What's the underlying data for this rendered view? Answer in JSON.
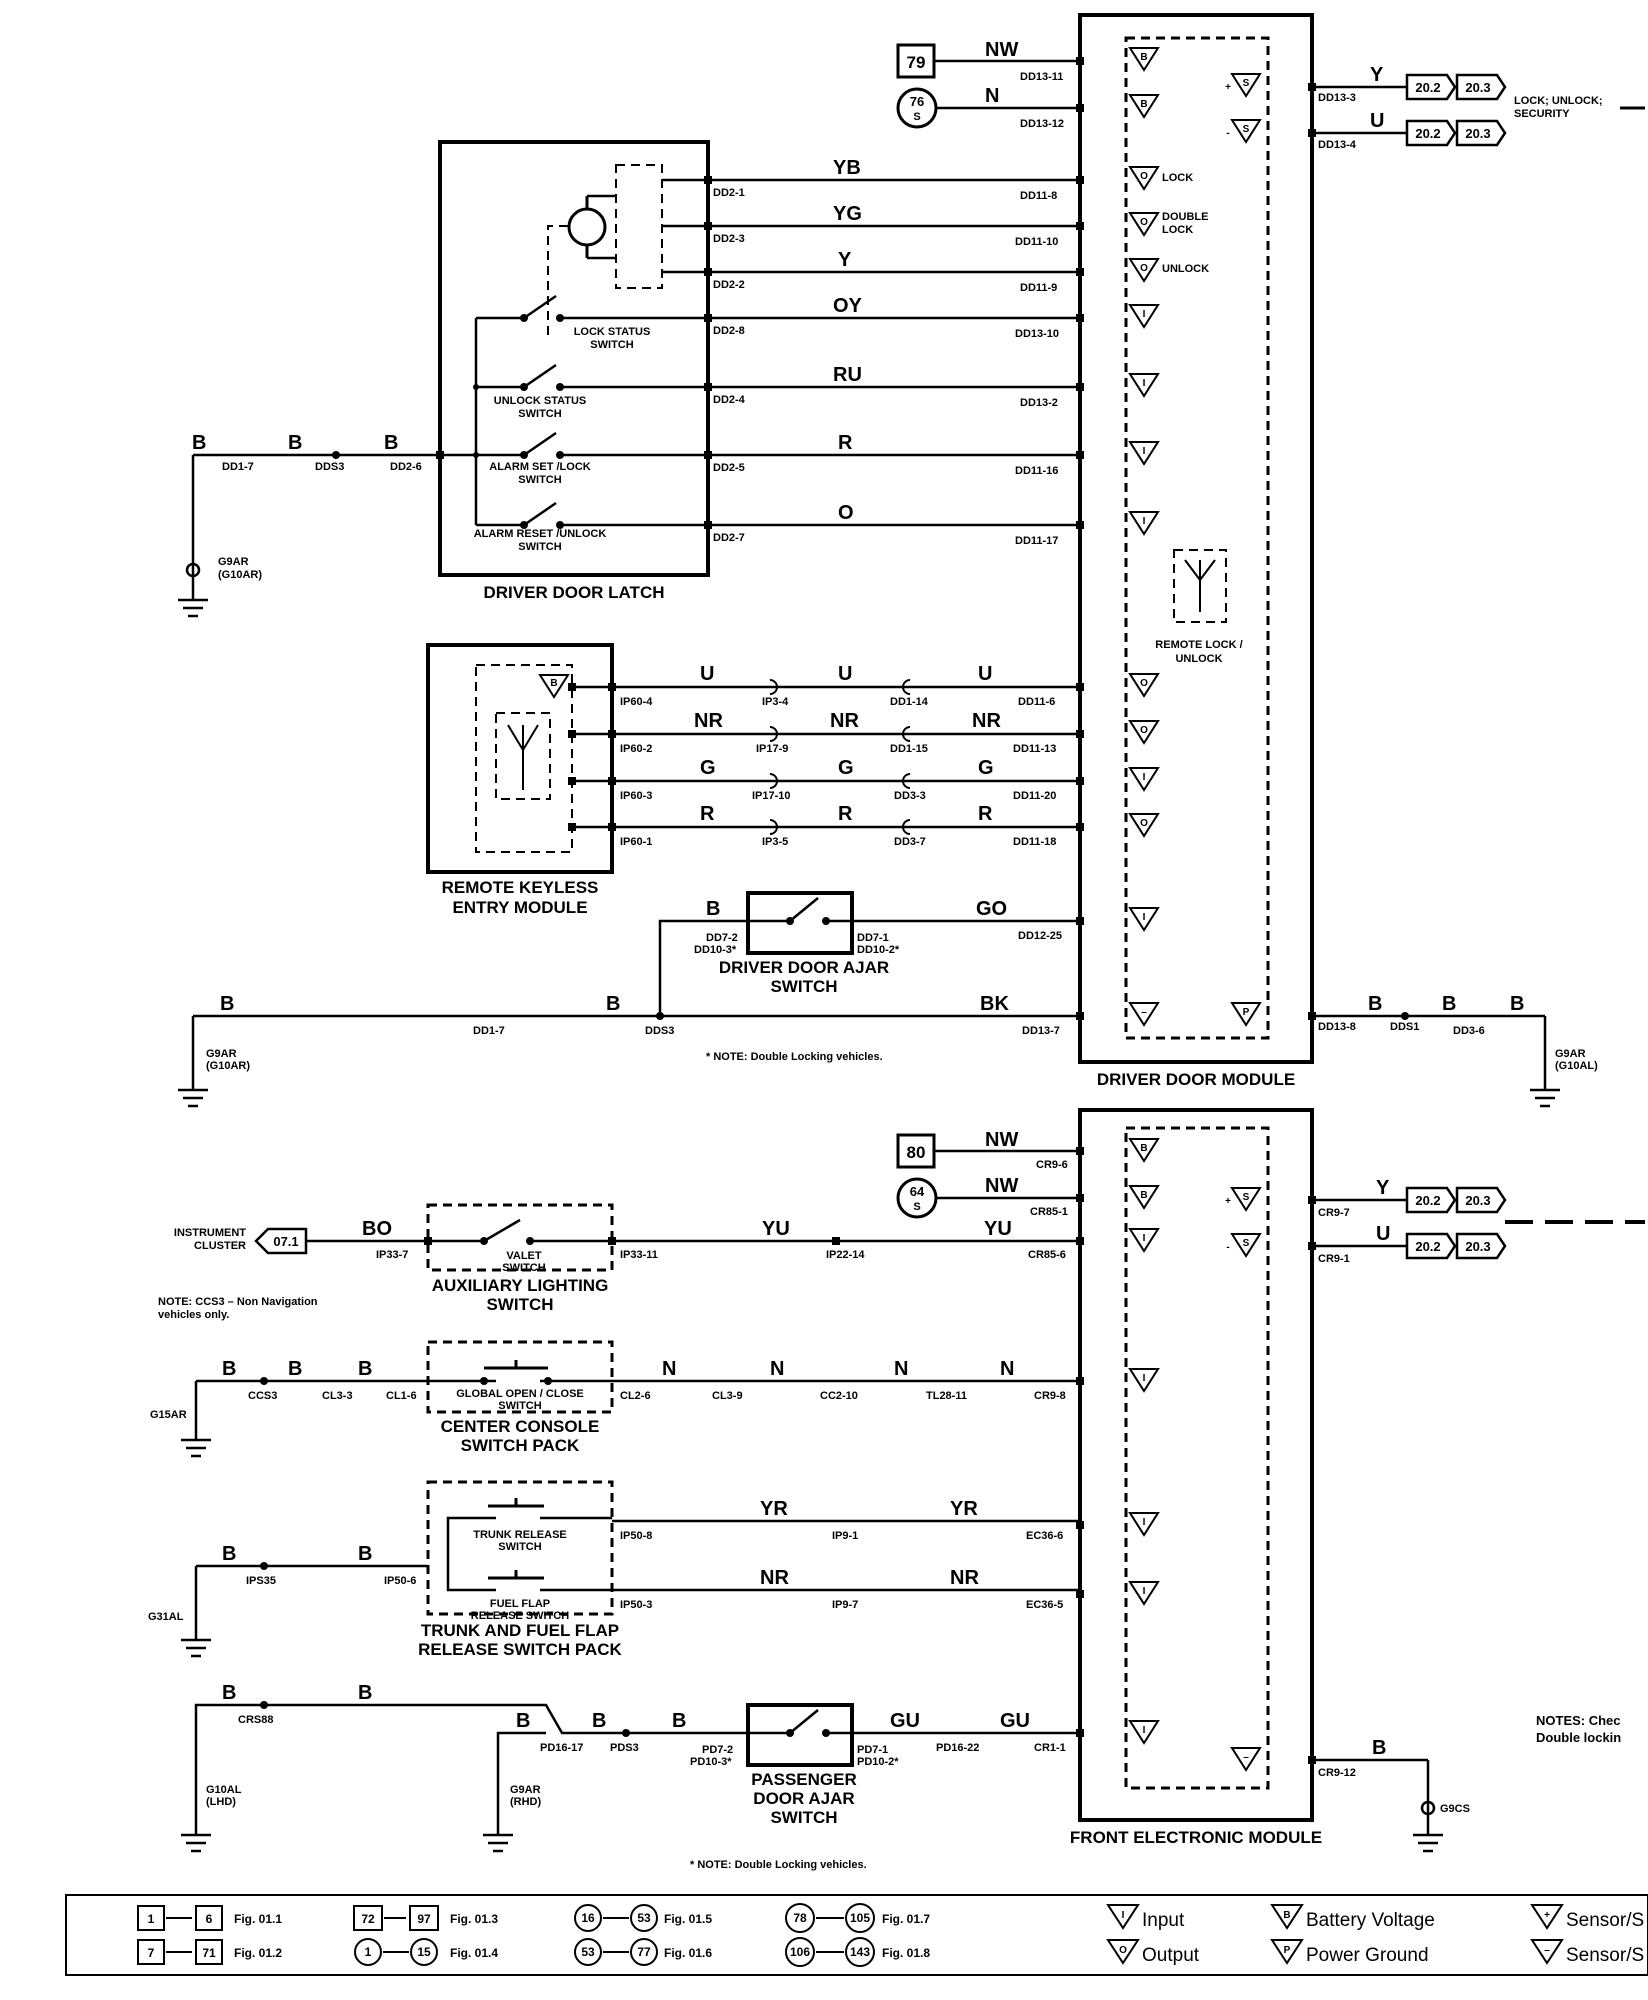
{
  "driver_door_module": {
    "title": "DRIVER DOOR MODULE",
    "refs": {
      "r79": "79",
      "r76": "76",
      "r76s": "S"
    },
    "wires": {
      "nw": "NW",
      "n": "N",
      "yb": "YB",
      "yg": "YG",
      "y": "Y",
      "oy": "OY",
      "ru": "RU",
      "r": "R",
      "o": "O",
      "u": "U",
      "nr": "NR",
      "g": "G",
      "go": "GO",
      "bk": "BK",
      "b": "B",
      "y_out": "Y",
      "u_out": "U"
    },
    "connectors": {
      "dd13_11": "DD13-11",
      "dd13_12": "DD13-12",
      "dd11_8": "DD11-8",
      "dd11_10": "DD11-10",
      "dd11_9": "DD11-9",
      "dd13_10": "DD13-10",
      "dd13_2": "DD13-2",
      "dd11_16": "DD11-16",
      "dd11_17": "DD11-17",
      "dd11_6": "DD11-6",
      "dd11_13": "DD11-13",
      "dd11_20": "DD11-20",
      "dd11_18": "DD11-18",
      "dd12_25": "DD12-25",
      "dd13_7": "DD13-7",
      "dd13_3": "DD13-3",
      "dd13_4": "DD13-4",
      "dd13_8": "DD13-8",
      "dds1": "DDS1",
      "dd3_6": "DD3-6"
    },
    "inner": {
      "lock": "LOCK",
      "double_lock_1": "DOUBLE",
      "double_lock_2": "LOCK",
      "unlock": "UNLOCK",
      "remote_1": "REMOTE LOCK /",
      "remote_2": "UNLOCK"
    },
    "outputs": {
      "ref1": "20.2",
      "ref2": "20.3",
      "desc_1": "LOCK; UNLOCK;",
      "desc_2": "SECURITY"
    },
    "ground": {
      "g1": "G9AR",
      "g2": "(G10AL)"
    }
  },
  "driver_door_latch": {
    "title": "DRIVER DOOR LATCH",
    "switches": {
      "lock_status_1": "LOCK STATUS",
      "lock_status_2": "SWITCH",
      "unlock_status_1": "UNLOCK STATUS",
      "unlock_status_2": "SWITCH",
      "alarm_set_1": "ALARM SET /LOCK",
      "alarm_set_2": "SWITCH",
      "alarm_reset_1": "ALARM RESET /UNLOCK",
      "alarm_reset_2": "SWITCH"
    },
    "pins": {
      "dd2_1": "DD2-1",
      "dd2_3": "DD2-3",
      "dd2_2": "DD2-2",
      "dd2_8": "DD2-8",
      "dd2_4": "DD2-4",
      "dd2_5": "DD2-5",
      "dd2_7": "DD2-7",
      "dd2_6": "DD2-6"
    },
    "ground_feed": {
      "b": "B",
      "dd1_7": "DD1-7",
      "dds3": "DDS3",
      "g1": "G9AR",
      "g2": "(G10AR)"
    }
  },
  "remote_keyless": {
    "title_1": "REMOTE KEYLESS",
    "title_2": "ENTRY MODULE",
    "ip60": [
      "IP60-4",
      "IP60-2",
      "IP60-3",
      "IP60-1"
    ],
    "mid1": [
      "IP3-4",
      "IP17-9",
      "IP17-10",
      "IP3-5"
    ],
    "mid2": [
      "DD1-14",
      "DD1-15",
      "DD3-3",
      "DD3-7"
    ]
  },
  "driver_ajar": {
    "title_1": "DRIVER DOOR AJAR",
    "title_2": "SWITCH",
    "left_1": "DD7-2",
    "left_2": "DD10-3*",
    "right_1": "DD7-1",
    "right_2": "DD10-2*",
    "note": "* NOTE: Double Locking vehicles.",
    "ground": {
      "dd1_7": "DD1-7",
      "dds3": "DDS3",
      "g1": "G9AR",
      "g2": "(G10AR)"
    }
  },
  "front_electronic_module": {
    "title": "FRONT ELECTRONIC MODULE",
    "refs": {
      "r80": "80",
      "r64": "64",
      "r64s": "S"
    },
    "connectors": {
      "cr9_6": "CR9-6",
      "cr85_1": "CR85-1",
      "cr85_6": "CR85-6",
      "cr9_8": "CR9-8",
      "ec36_6": "EC36-6",
      "ec36_5": "EC36-5",
      "cr1_1": "CR1-1",
      "cr9_7": "CR9-7",
      "cr9_1": "CR9-1",
      "cr9_12": "CR9-12",
      "g9cs": "G9CS"
    },
    "wires": {
      "nw": "NW",
      "yu": "YU",
      "n": "N",
      "yr": "YR",
      "nr": "NR",
      "gu": "GU",
      "y": "Y",
      "u": "U",
      "b": "B"
    }
  },
  "aux_lighting": {
    "title_1": "AUXILIARY LIGHTING",
    "title_2": "SWITCH",
    "valet_1": "VALET",
    "valet_2": "SWITCH",
    "instrument_1": "INSTRUMENT",
    "instrument_2": "CLUSTER",
    "ref": "07.1",
    "bo": "BO",
    "ip33_7": "IP33-7",
    "ip33_11": "IP33-11",
    "ip22_14": "IP22-14",
    "note_1": "NOTE: CCS3 – Non Navigation",
    "note_2": "vehicles only."
  },
  "center_console": {
    "title_1": "CENTER CONSOLE",
    "title_2": "SWITCH PACK",
    "sw_1": "GLOBAL OPEN / CLOSE",
    "sw_2": "SWITCH",
    "ccs3": "CCS3",
    "cl3_3": "CL3-3",
    "cl1_6": "CL1-6",
    "cl2_6": "CL2-6",
    "cl3_9": "CL3-9",
    "cc2_10": "CC2-10",
    "tl28_11": "TL28-11",
    "g15ar": "G15AR"
  },
  "trunk_fuel": {
    "title_1": "TRUNK AND FUEL FLAP",
    "title_2": "RELEASE SWITCH PACK",
    "trunk_1": "TRUNK RELEASE",
    "trunk_2": "SWITCH",
    "fuel_1": "FUEL FLAP",
    "fuel_2": "RELEASE SWITCH",
    "ips35": "IPS35",
    "ip50_6": "IP50-6",
    "ip50_8": "IP50-8",
    "ip50_3": "IP50-3",
    "ip9_1": "IP9-1",
    "ip9_7": "IP9-7",
    "g31al": "G31AL"
  },
  "passenger_ajar": {
    "title_1": "PASSENGER",
    "title_2": "DOOR AJAR",
    "title_3": "SWITCH",
    "crs88": "CRS88",
    "pd16_17": "PD16-17",
    "pds3": "PDS3",
    "left_1": "PD7-2",
    "left_2": "PD10-3*",
    "right_1": "PD7-1",
    "right_2": "PD10-2*",
    "pd16_22": "PD16-22",
    "note": "* NOTE: Double Locking vehicles.",
    "g10al": "G10AL",
    "lhd": "(LHD)",
    "g9ar": "G9AR",
    "rhd": "(RHD)"
  },
  "notes_right": {
    "line_1": "NOTES: Chec",
    "line_2": "Double lockin"
  },
  "legend": {
    "f1a": "1",
    "f1b": "6",
    "f1": "Fig. 01.1",
    "f2a": "7",
    "f2b": "71",
    "f2": "Fig. 01.2",
    "f3a": "72",
    "f3b": "97",
    "f3": "Fig. 01.3",
    "f4a": "1",
    "f4b": "15",
    "f4": "Fig. 01.4",
    "f5a": "16",
    "f5b": "53",
    "f5": "Fig. 01.5",
    "f6a": "53",
    "f6b": "77",
    "f6": "Fig. 01.6",
    "f7a": "78",
    "f7b": "105",
    "f7": "Fig. 01.7",
    "f8a": "106",
    "f8b": "143",
    "f8": "Fig. 01.8",
    "input": "Input",
    "output": "Output",
    "battery": "Battery Voltage",
    "power_ground": "Power Ground",
    "sensor_plus": "Sensor/S",
    "sensor_minus": "Sensor/S"
  }
}
